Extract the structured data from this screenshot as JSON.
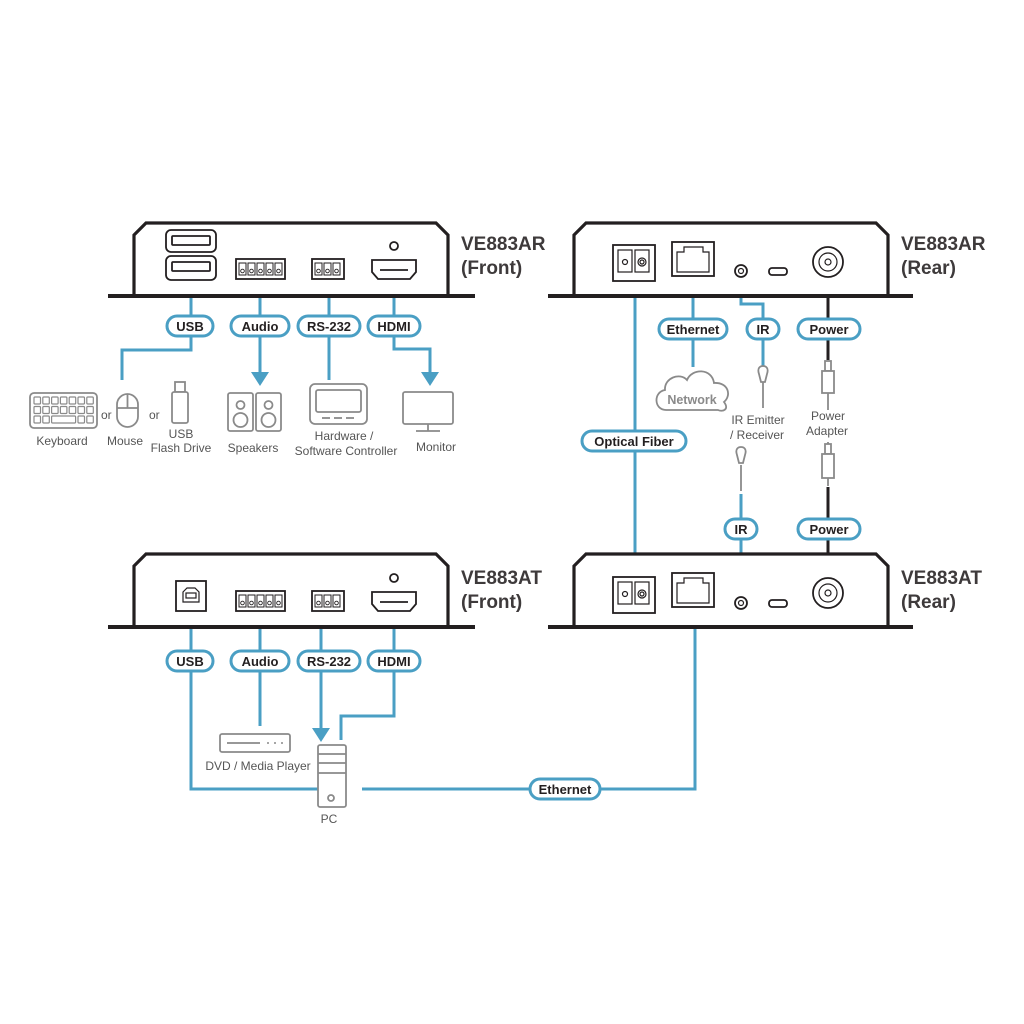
{
  "devices": {
    "receiver_front": {
      "title": "VE883AR",
      "subtitle": "(Front)"
    },
    "receiver_rear": {
      "title": "VE883AR",
      "subtitle": "(Rear)"
    },
    "transmitter_front": {
      "title": "VE883AT",
      "subtitle": "(Front)"
    },
    "transmitter_rear": {
      "title": "VE883AT",
      "subtitle": "(Rear)"
    }
  },
  "connection_labels": {
    "usb": "USB",
    "audio": "Audio",
    "rs232": "RS-232",
    "hdmi": "HDMI",
    "ethernet": "Ethernet",
    "ir": "IR",
    "power": "Power",
    "optical_fiber": "Optical Fiber"
  },
  "peripherals": {
    "keyboard": "Keyboard",
    "or1": "or",
    "mouse": "Mouse",
    "or2": "or",
    "usb_flash_line1": "USB",
    "usb_flash_line2": "Flash Drive",
    "speakers": "Speakers",
    "controller_line1": "Hardware /",
    "controller_line2": "Software Controller",
    "monitor": "Monitor",
    "network": "Network",
    "ir_line1": "IR Emitter",
    "ir_line2": "/ Receiver",
    "power_line1": "Power",
    "power_line2": "Adapter",
    "dvd": "DVD / Media Player",
    "pc": "PC"
  },
  "colors": {
    "cable_blue": "#4a9fc4",
    "device_outline": "#231f20",
    "icon_gray": "#8a8a8a"
  }
}
